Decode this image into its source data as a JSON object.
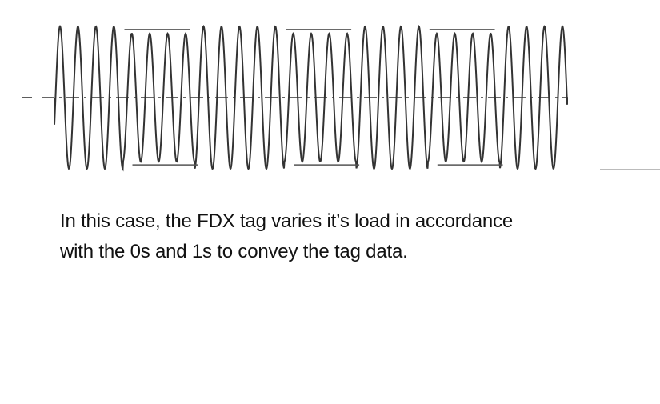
{
  "diagram": {
    "title": "FDX load modulation waveform",
    "segments": [
      {
        "cycles": 4,
        "level": "full"
      },
      {
        "cycles": 4,
        "level": "reduced"
      },
      {
        "cycles": 5,
        "level": "full"
      },
      {
        "cycles": 4,
        "level": "reduced"
      },
      {
        "cycles": 4,
        "level": "full"
      },
      {
        "cycles": 4,
        "level": "reduced"
      },
      {
        "cycles": 4,
        "level": "full"
      }
    ],
    "amplitude": {
      "full": 1.0,
      "reduced": 0.9
    },
    "colors": {
      "stroke": "#333333",
      "marker": "#555555"
    }
  },
  "caption": {
    "line1": "In this case, the FDX tag varies it’s load in accordance",
    "line2": "with the 0s and 1s to convey the tag data."
  }
}
